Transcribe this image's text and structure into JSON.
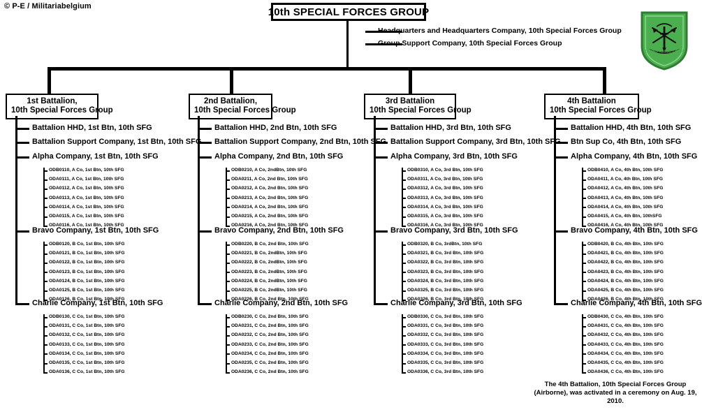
{
  "credit": "© P-E / Militariabelgium",
  "insignia": {
    "name": "10th-special-forces-group-flash",
    "motto": "DE OPPRESSO LIBER",
    "shield_color": "#4caf4f",
    "border_color": "#2f7d32",
    "device_color": "#111111"
  },
  "root": {
    "title": "10th SPECIAL FORCES GROUP",
    "staff": [
      "Headquarters and Headquarters Company, 10th Special Forces Group",
      "Group Support Company, 10th Special Forces Group"
    ]
  },
  "footnote": "The 4th Battalion, 10th Special Forces Group (Airborne), was activated in a ceremony on Aug. 19, 2010.",
  "battalions": [
    {
      "id": "1st-battalion",
      "box_line1": "1st Battalion,",
      "box_line2": "10th Special Forces Group",
      "units": [
        {
          "label": "Battalion HHD, 1st Btn, 10th SFG",
          "teams": []
        },
        {
          "label": "Battalion  Support Company, 1st Btn, 10th SFG",
          "teams": []
        },
        {
          "label": "Alpha Company, 1st Btn, 10th SFG",
          "teams": [
            "ODB0110, A Co, 1st Btn,  10th SFG",
            "ODA0111, A Co, 1st Btn,  10th SFG",
            "ODA0112, A Co, 1st Btn,  10th SFG",
            "ODA0113, A Co, 1st Btn,  10th SFG",
            "ODA0114, A Co, 1st Btn,  10th SFG",
            "ODA0115, A Co, 1st Btn,  10th SFG",
            "ODA0116, A Co, 1st Btn,  10th SFG"
          ]
        },
        {
          "label": "Bravo Company, 1st Btn, 10th SFG",
          "teams": [
            "ODB0120, B Co, 1st Btn,  10th SFG",
            "ODA0121, B Co, 1st Btn,  10th SFG",
            "ODA0122, B Co, 1st Btn,  10th SFG",
            "ODA0123, B Co, 1st Btn,  10th SFG",
            "ODA0124, B Co, 1st Btn,  10th SFG",
            "ODA0125, B Co, 1st Btn,  10th SFG",
            "ODA0126, B Co, 1st Btn,  10th SFG"
          ]
        },
        {
          "label": "Charlie Company, 1st Btn, 10th SFG",
          "teams": [
            "ODB0130, C Co, 1st Btn,  10th SFG",
            "ODA0131, C Co, 1st Btn,  10th SFG",
            "ODA0132, C Co, 1st Btn,  10th SFG",
            "ODA0133, C Co, 1st Btn,  10th SFG",
            "ODA0134, C Co, 1st Btn,  10th SFG",
            "ODA0135, C Co, 1st Btn,  10th SFG",
            "ODA0136, C Co, 1st Btn,  10th SFG"
          ]
        }
      ]
    },
    {
      "id": "2nd-battalion",
      "box_line1": "2nd Battalion,",
      "box_line2": "10th Special Forces Group",
      "units": [
        {
          "label": "Battalion HHD,  2nd Btn, 10th SFG",
          "teams": []
        },
        {
          "label": "Battalion  Support Company, 2nd Btn, 10th SFG",
          "teams": []
        },
        {
          "label": "Alpha Company, 2nd Btn, 10th SFG",
          "teams": [
            "ODB0210, A Co, 2ndBtn,  10th SFG",
            "ODA0211, A Co, 2nd Btn,  10th SFG",
            "ODA0212, A Co, 2nd Btn,  10th SFG",
            "ODA0213, A Co, 2nd Btn,  10th SFG",
            "ODA0214, A Co, 2nd Btn,  10th SFG",
            "ODA0215, A Co, 2nd Btn,  10th SFG",
            "ODA0216, A Co, 2nd Btn,  10th SFG"
          ]
        },
        {
          "label": "Bravo Company, 2nd Btn, 10th SFG",
          "teams": [
            "ODB0220, B Co, 2nd Btn,  10th SFG",
            "ODA0221, B Co, 2ndBtn,  10th SFG",
            "ODA0222, B Co, 2ndBtn,  10th SFG",
            "ODA0223, B Co, 2ndBtn,  10th SFG",
            "ODA0224, B Co, 2ndBtn,  10th SFG",
            "ODA0225, B Co, 2ndBtn,  10th SFG",
            "ODA0226, B Co, 2nd Btn,  10th SFG"
          ]
        },
        {
          "label": "Charlie Company, 2nd Btn, 10th SFG",
          "teams": [
            "ODB0230, C Co, 2nd Btn,  10th SFG",
            "ODA0231, C Co, 2nd Btn,  10th SFG",
            "ODA0232, C Co, 2nd Btn,  10th SFG",
            "ODA0233, C Co, 2nd Btn,  10th SFG",
            "ODA0234, C Co, 2nd Btn,  10th SFG",
            "ODA0235, C Co, 2nd Btn,  10th SFG",
            "ODA0236, C Co, 2nd Btn,  10th SFG"
          ]
        }
      ]
    },
    {
      "id": "3rd-battalion",
      "box_line1": "3rd Battalion",
      "box_line2": "10th Special Forces Group",
      "units": [
        {
          "label": "Battalion HHD, 3rd Btn, 10th SFG",
          "teams": []
        },
        {
          "label": "Battalion  Support Company, 3rd Btn, 10th SFG",
          "teams": []
        },
        {
          "label": "Alpha Company, 3rd Btn, 10th SFG",
          "teams": [
            "ODB0310, A Co, 3rd Btn,  10th SFG",
            "ODA0311, A Co, 3rd Btn,  10th SFG",
            "ODA0312, A Co, 3rd Btn,  10th SFG",
            "ODA0313, A Co, 3rd Btn,  10th SFG",
            "ODA0314, A Co, 3rd Btn,  10th SFG",
            "ODA0315, A Co, 3rd Btn,  10th SFG",
            "ODA0316, A Co, 3rd Btn,  10th SFG"
          ]
        },
        {
          "label": "Bravo Company, 3rd Btn, 10th SFG",
          "teams": [
            "ODB0320, B Co, 3rdBtn,  10th SFG",
            "ODA0321, B Co, 3rd Btn,  10th SFG",
            "ODA0322, B Co, 3rd Btn,  10th SFG",
            "ODA0323, B Co, 3rd Btn,  10th SFG",
            "ODA0324, B Co, 3rd Btn,  10th SFG",
            "ODA0325, B Co, 3rd Btn,  10th SFG",
            "ODA0326, B Co, 3rd Btn,  10th SFG"
          ]
        },
        {
          "label": "Charlie Company, 3rd Btn, 10th SFG",
          "teams": [
            "ODB0330, C Co, 3rd Btn,  10th SFG",
            "ODA0331, C Co, 3rd Btn,  10th SFG",
            "ODA0332, C Co, 3rd Btn,  10th SFG",
            "ODA0333, C Co, 3rd Btn,  10th SFG",
            "ODA0334, C Co, 3rd Btn,  10th SFG",
            "ODA0335, C Co, 3rd Btn,  10th SFG",
            "ODA0336, C Co, 3rd Btn,  10th SFG"
          ]
        }
      ]
    },
    {
      "id": "4th-battalion",
      "box_line1": "4th Battalion",
      "box_line2": "10th Special Forces Group",
      "units": [
        {
          "label": "Battalion HHD, 4th Btn, 10th SFG",
          "teams": []
        },
        {
          "label": "Btn  Sup Co, 4th Btn, 10th SFG",
          "teams": []
        },
        {
          "label": "Alpha Company, 4th Btn, 10th SFG",
          "teams": [
            "ODB0410, A Co, 4th Btn,  10th SFG",
            "ODA0411, A Co, 4th Btn,  10th SFG",
            "ODA0412, A Co, 4th Btn,  10th SFG",
            "ODA0413, A Co, 4th Btn,  10th SFG",
            "ODA0414, A Co, 4th Btn,  10th SFG",
            "ODA0415, A Co, 4th Btn,  10thSFG",
            "ODA0416, A Co, 4th Btn,  10th SFG"
          ]
        },
        {
          "label": "Bravo Company, 4th Btn, 10th SFG",
          "teams": [
            "ODB0420, B Co, 4th Btn,  10th SFG",
            "ODA0421, B Co, 4th Btn,  10th SFG",
            "ODA0422, B Co, 4th Btn,  10th SFG",
            "ODA0423, B Co, 4th Btn,  10th SFG",
            "ODA0424, B Co, 4th Btn,  10th SFG",
            "ODA0425, B Co, 4th Btn,  10th SFG",
            "ODA0426, B Co, 4th Btn,  10th SFG"
          ]
        },
        {
          "label": "Charlie Company, 4th Btn, 10th SFG",
          "teams": [
            "ODB0430, C Co, 4th Btn,  10th SFG",
            "ODA0431, C Co, 4th Btn,  10th SFG",
            "ODA0432, C Co, 4th Btn,  10th SFG",
            "ODA0433, C Co, 4th Btn,  10th SFG",
            "ODA0434, C Co, 4th Btn,  10th SFG",
            "ODA0435, C Co, 4th Btn,  10th SFG",
            "ODA0436, C Co, 4th Btn,  10th SFG"
          ]
        }
      ]
    }
  ]
}
